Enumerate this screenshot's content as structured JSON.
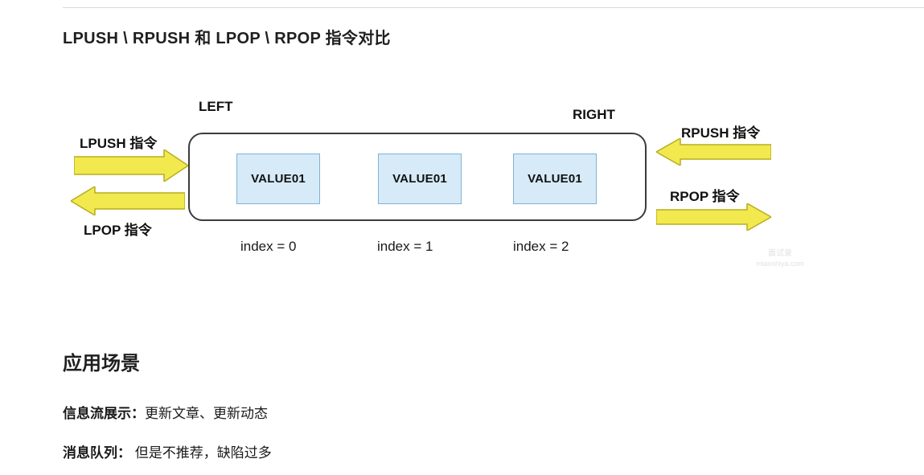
{
  "page": {
    "title": "LPUSH \\ RPUSH 和 LPOP \\ RPOP 指令对比",
    "section_heading": "应用场景"
  },
  "diagram": {
    "left_label": "LEFT",
    "right_label": "RIGHT",
    "cells": [
      {
        "value": "VALUE01",
        "index_label": "index = 0"
      },
      {
        "value": "VALUE01",
        "index_label": "index = 1"
      },
      {
        "value": "VALUE01",
        "index_label": "index = 2"
      }
    ],
    "commands": [
      {
        "name": "lpush",
        "label": "LPUSH 指令",
        "direction": "right"
      },
      {
        "name": "lpop",
        "label": "LPOP 指令",
        "direction": "left"
      },
      {
        "name": "rpush",
        "label": "RPUSH 指令",
        "direction": "left"
      },
      {
        "name": "rpop",
        "label": "RPOP 指令",
        "direction": "right"
      }
    ],
    "colors": {
      "arrow_fill": "#f2e94e",
      "arrow_stroke": "#b8ae1f",
      "cell_fill": "#d6eaf8",
      "cell_stroke": "#7fb3d5",
      "box_stroke": "#3c3c3c"
    },
    "watermark": {
      "line1": "面试录",
      "line2": "mianshiya.com"
    }
  },
  "content": {
    "items": [
      {
        "term": "信息流展示：",
        "desc": "更新文章、更新动态"
      },
      {
        "term": "消息队列：",
        "desc": " 但是不推荐，缺陷过多"
      }
    ]
  }
}
